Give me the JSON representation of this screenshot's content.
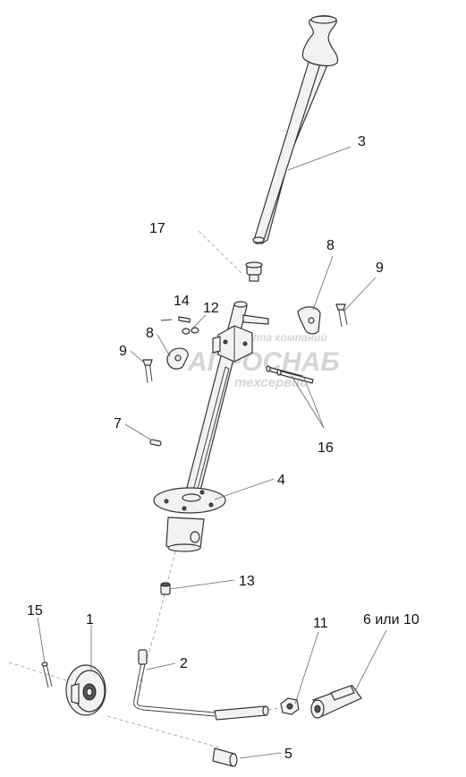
{
  "callouts": {
    "c3": "3",
    "c17": "17",
    "c8a": "8",
    "c9a": "9",
    "c14": "14",
    "c12": "12",
    "c8b": "8",
    "c9b": "9",
    "c16": "16",
    "c7": "7",
    "c4": "4",
    "c13": "13",
    "c15": "15",
    "c1": "1",
    "c2": "2",
    "c11": "11",
    "c6_10": "6 или 10",
    "c5": "5"
  },
  "watermark": {
    "line1": "Группа компаний",
    "line2": "АГРОСНАБ",
    "line3": "техсервис"
  }
}
